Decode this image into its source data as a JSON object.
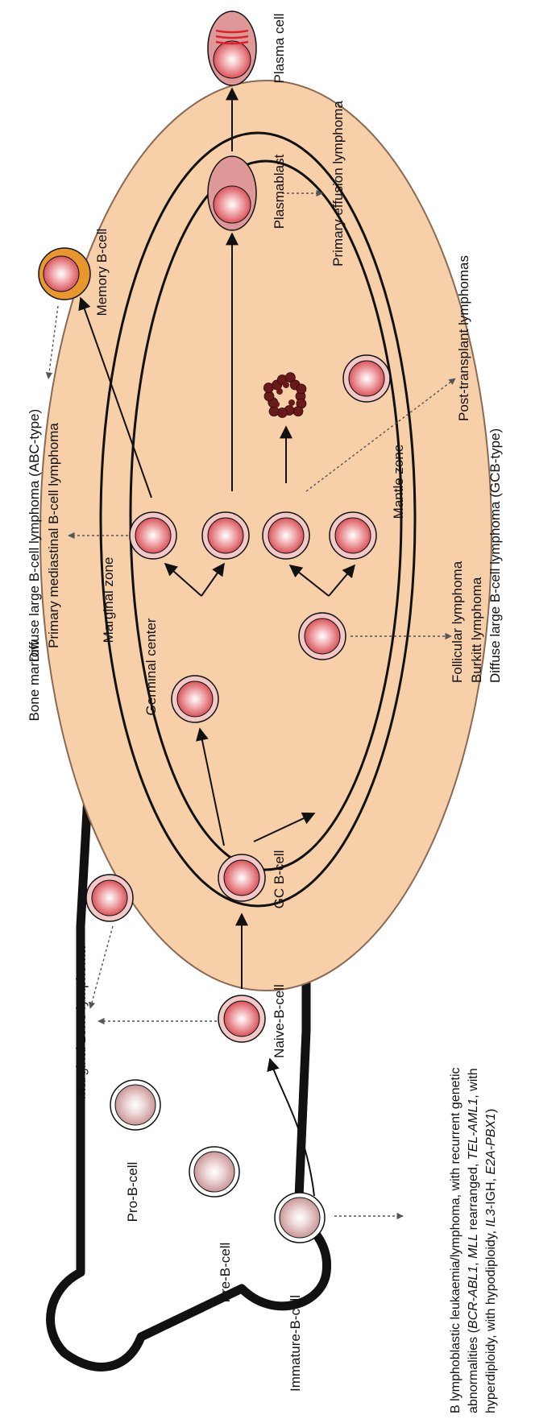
{
  "colors": {
    "follicle_fill": "#f7cfa8",
    "follicle_stroke": "#8a6a55",
    "zone_stroke": "#111111",
    "cell_outer": "#f3c9c8",
    "cell_nucleus": "#d9545b",
    "marrow_cell": "#e9c9c8",
    "memory_ring": "#e8962e",
    "plasma_fill": "#df9898",
    "plasma_lines": "#d8242a",
    "apoptotic": "#6b1a1a"
  },
  "labels": {
    "bone_marrow": "Bone marrow",
    "pro_b": "Pro-B-cell",
    "pre_b": "Pre-B-cell",
    "immature_b": "Immature-B-cell",
    "naive_b": "Naive-B-cell",
    "gc_b": "GC B-cell",
    "germinal_center": "Germinal center",
    "marginal_zone": "Marginal zone",
    "mantle_zone": "Mantle zone",
    "memory_b": "Memory B-cell",
    "plasmablast": "Plasmablast",
    "plasma_cell": "Plasma cell"
  },
  "diseases": {
    "marginal_zone_lymphoma": "Marginal zone lymphoma",
    "abc_dlbcl": "Diffuse large B-cell lymphoma (ABC-type)",
    "pmbl": "Primary mediastinal B-cell lymphoma",
    "follicular": "Follicular lymphoma",
    "burkitt": "Burkitt lymphoma",
    "gcb_dlbcl": "Diffuse large B-cell lymphoma (GCB-type)",
    "post_transplant": "Post-transplant lymphomas",
    "pel": "Primary effusion lymphoma",
    "ball_line1": "B lymphoblastic leukaemia/lymphoma, with recurrent genetic",
    "ball_line2_a": "abnormalities (",
    "ball_line2_b": "BCR-ABL1",
    "ball_line2_c": ", ",
    "ball_line2_d": "MLL",
    "ball_line2_e": " rearranged, ",
    "ball_line2_f": "TEL-AML1",
    "ball_line2_g": ", with",
    "ball_line3_a": "hyperdiploidy, with hypodiploidy, ",
    "ball_line3_b": "IL3",
    "ball_line3_c": "-IGH, ",
    "ball_line3_d": "E2A-PBX1",
    "ball_line3_e": ")"
  }
}
